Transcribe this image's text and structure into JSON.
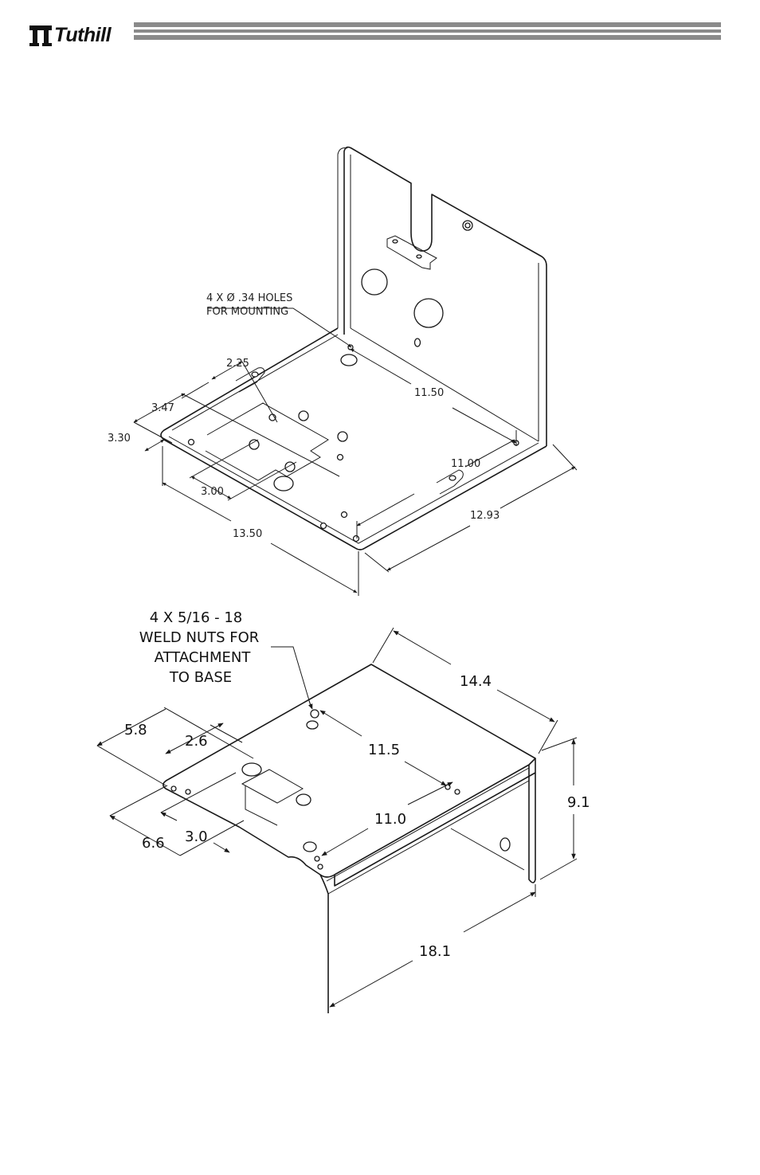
{
  "brand": {
    "name": "Tuthill",
    "logo_icon": "tuthill-logo-icon",
    "rule_color": "#8a8a8a"
  },
  "top_view": {
    "note_line1": "4 X Ø .34 HOLES",
    "note_line2": "FOR MOUNTING",
    "dims": {
      "d_2_25": "2.25",
      "d_3_47": "3.47",
      "d_3_30": "3.30",
      "d_3_00": "3.00",
      "d_11_50": "11.50",
      "d_11_00": "11.00",
      "d_12_93": "12.93",
      "d_13_50": "13.50"
    }
  },
  "bottom_view": {
    "note_line1": "4 X 5/16 - 18",
    "note_line2": "WELD NUTS FOR",
    "note_line3": "ATTACHMENT",
    "note_line4": "TO BASE",
    "dims": {
      "d_5_8": "5.8",
      "d_2_6": "2.6",
      "d_6_6": "6.6",
      "d_3_0": "3.0",
      "d_11_5": "11.5",
      "d_11_0": "11.0",
      "d_14_4": "14.4",
      "d_9_1": "9.1",
      "d_18_1": "18.1"
    }
  }
}
